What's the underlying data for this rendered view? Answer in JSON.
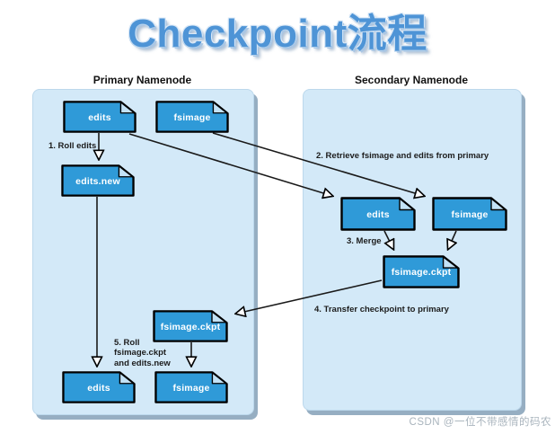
{
  "title": "Checkpoint流程",
  "watermark": "CSDN @一位不带感情的码农",
  "primary_panel": {
    "title": "Primary Namenode",
    "nodes": {
      "edits_top": "edits",
      "fsimage_top": "fsimage",
      "edits_new": "edits.new",
      "fsimage_ckpt": "fsimage.ckpt",
      "edits_bottom": "edits",
      "fsimage_bottom": "fsimage"
    }
  },
  "secondary_panel": {
    "title": "Secondary Namenode",
    "nodes": {
      "edits": "edits",
      "fsimage": "fsimage",
      "fsimage_ckpt": "fsimage.ckpt"
    }
  },
  "steps": {
    "step1": "1. Roll edits",
    "step2": "2. Retrieve fsimage and edits from primary",
    "step3": "3. Merge",
    "step4": "4. Transfer checkpoint to primary",
    "step5": "5. Roll\nfsimage.ckpt\nand edits.new"
  },
  "colors": {
    "node_fill": "#2f9ad8",
    "node_fold": "#c3e2f6",
    "panel_fill": "#d3e9f8",
    "title_text": "#4e94d6",
    "arrow": "#1a1a1a"
  }
}
